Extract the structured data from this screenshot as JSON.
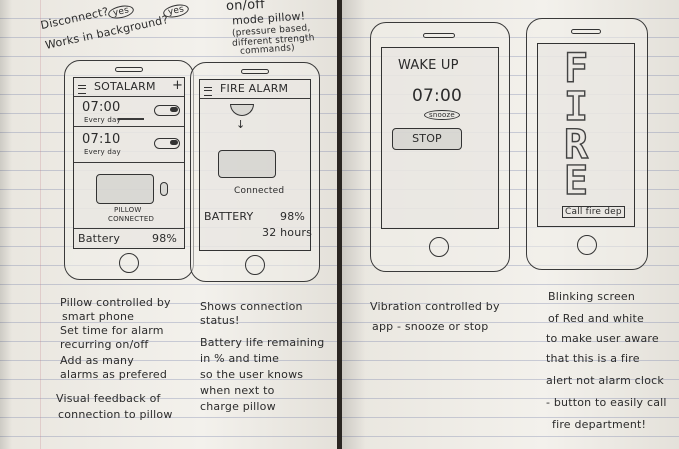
{
  "left_page": {
    "top_notes": {
      "disconnect": "Disconnect?",
      "disconnect_badge": "yes",
      "works_background": "Works in background?",
      "background_badge": "yes",
      "onoff": "on/off",
      "mode_pillow": "mode pillow!",
      "note_line1": "(pressure based,",
      "note_line2": "different strength",
      "note_line3": "commands)"
    },
    "phone1": {
      "app_title": "SOTALARM",
      "add_symbol": "+",
      "alarms": [
        {
          "time": "07:00",
          "repeat": "Every day"
        },
        {
          "time": "07:10",
          "repeat": "Every day"
        }
      ],
      "pillow_label_1": "PILLOW",
      "pillow_label_2": "CONNECTED",
      "battery_label": "Battery",
      "battery_value": "98%"
    },
    "phone2": {
      "app_title": "FIRE ALARM",
      "connected_label": "Connected",
      "battery_label": "BATTERY",
      "battery_value": "98%",
      "hours_value": "32 hours"
    },
    "notes_left": [
      "Pillow controlled by",
      "smart phone",
      "Set time for alarm",
      "recurring on/off",
      "Add as many",
      "alarms as prefered",
      "Visual feedback of",
      "connection to pillow"
    ],
    "notes_right": [
      "Shows connection",
      "status!",
      "Battery life remaining",
      "in % and time",
      "so the user knows",
      "when next to",
      "charge pillow"
    ]
  },
  "right_page": {
    "phone3": {
      "title": "WAKE UP",
      "time": "07:00",
      "snooze_label": "snooze",
      "stop_label": "STOP"
    },
    "phone4": {
      "letters": [
        "F",
        "I",
        "R",
        "E"
      ],
      "call_label": "Call fire dep"
    },
    "notes_left": [
      "Vibration controlled by",
      "app - snooze or stop"
    ],
    "notes_right": [
      "Blinking screen",
      "of Red and white",
      "to make user aware",
      "that this is a fire",
      "alert not alarm clock",
      "- button to easily call",
      "fire department!"
    ]
  }
}
